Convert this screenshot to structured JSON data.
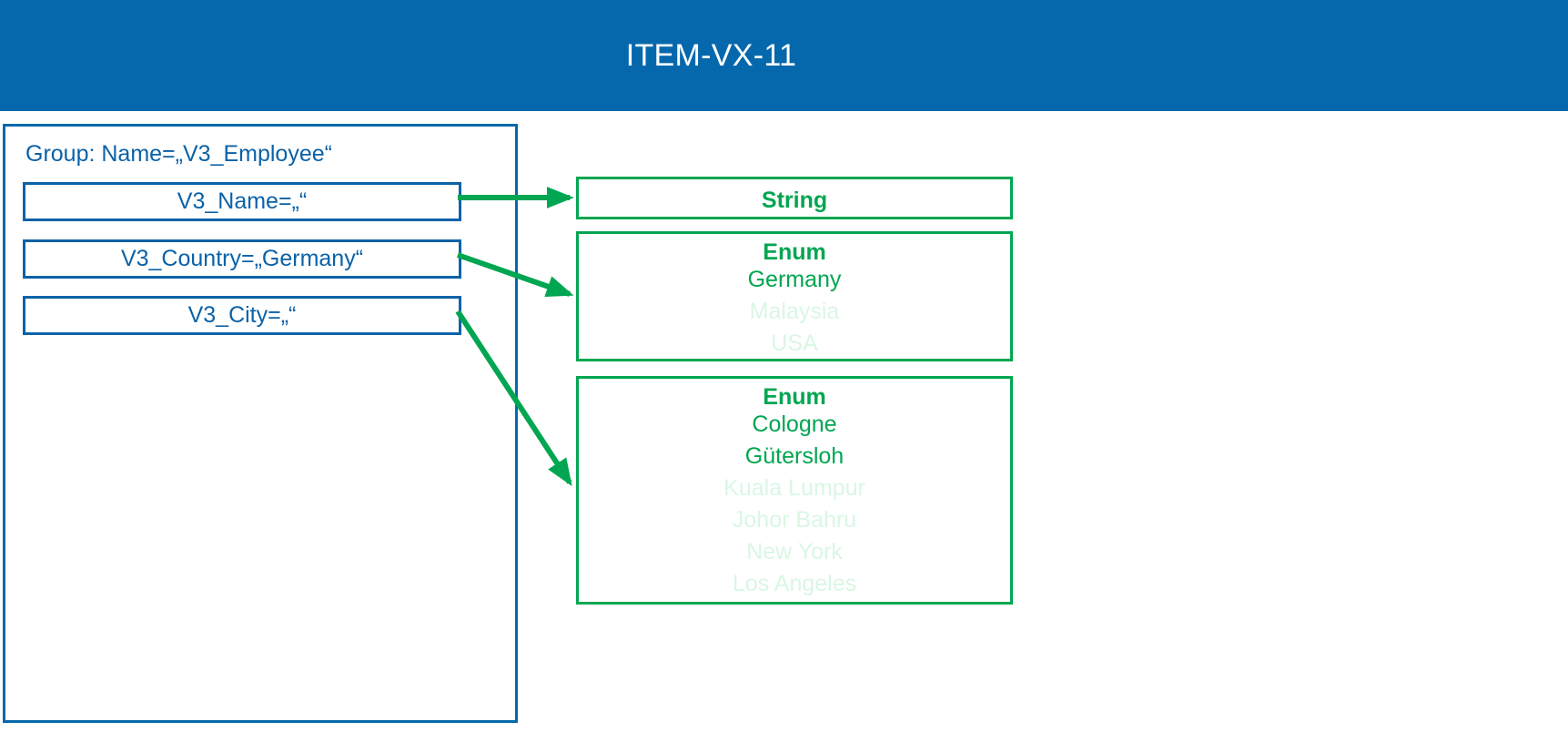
{
  "header": {
    "title": "ITEM-VX-11",
    "bg_color": "#0668ac",
    "text_color": "#ffffff"
  },
  "colors": {
    "blue": "#0a62a8",
    "green": "#00a651",
    "green_dim": "#d9f7e4"
  },
  "group_panel": {
    "label": "Group: Name=„V3_Employee“",
    "attributes": [
      {
        "label": "V3_Name=„“"
      },
      {
        "label": "V3_Country=„Germany“"
      },
      {
        "label": "V3_City=„“"
      }
    ]
  },
  "type_boxes": [
    {
      "title": "String",
      "values": []
    },
    {
      "title": "Enum",
      "values": [
        {
          "label": "Germany",
          "dim": false
        },
        {
          "label": "Malaysia",
          "dim": true
        },
        {
          "label": "USA",
          "dim": true
        }
      ]
    },
    {
      "title": "Enum",
      "values": [
        {
          "label": "Cologne",
          "dim": false
        },
        {
          "label": "Gütersloh",
          "dim": false
        },
        {
          "label": "Kuala Lumpur",
          "dim": true
        },
        {
          "label": "Johor Bahru",
          "dim": true
        },
        {
          "label": "New York",
          "dim": true
        },
        {
          "label": "Los Angeles",
          "dim": true
        }
      ]
    }
  ],
  "connectors": [
    {
      "from": "V3_Name",
      "to": "String"
    },
    {
      "from": "V3_Country",
      "to": "Enum-Country"
    },
    {
      "from": "V3_City",
      "to": "Enum-City"
    }
  ]
}
